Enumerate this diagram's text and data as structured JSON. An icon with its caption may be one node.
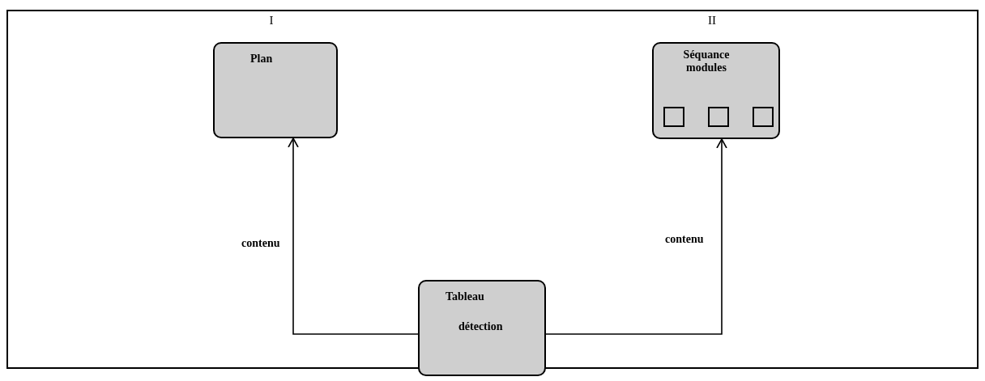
{
  "diagram": {
    "nodes": [
      {
        "text": [
          "Plan"
        ],
        "beside": [
          "I"
        ]
      },
      {
        "text": [
          "Séquance modules"
        ],
        "beside": [
          "II"
        ]
      },
      {
        "text": [],
        "shape": "box",
        "in": 1
      },
      {
        "text": [],
        "shape": "box",
        "in": 1
      },
      {
        "text": [],
        "shape": "box",
        "in": 1
      },
      {
        "text": [
          "Tableau",
          "détection"
        ]
      }
    ],
    "edges": [
      {
        "from": 5,
        "to": 0,
        "arrow": "to",
        "label": "contenu"
      },
      {
        "from": 5,
        "to": 1,
        "arrow": "to",
        "label": "contenu"
      }
    ]
  }
}
